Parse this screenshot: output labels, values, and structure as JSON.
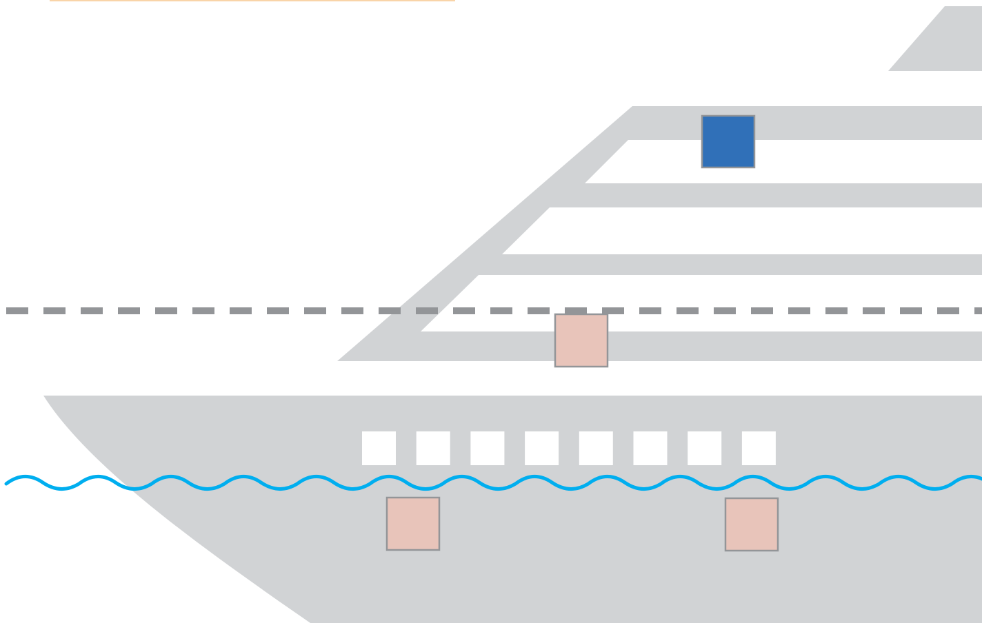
{
  "colors": {
    "background": "#ffffff",
    "hull": "#d1d3d5",
    "superstructure": "#d1d3d5",
    "window": "#ffffff",
    "dashed_line": "#939598",
    "waterline": "#00aeef",
    "marker_blue": "#3070b8",
    "marker_pink": "#e8c4ba",
    "marker_border": "#939598",
    "top_accent": "#f9d4a8"
  },
  "markers": [
    {
      "id": "blue",
      "color_key": "marker_blue"
    },
    {
      "id": "pink-upper",
      "color_key": "marker_pink"
    },
    {
      "id": "pink-left",
      "color_key": "marker_pink"
    },
    {
      "id": "pink-right",
      "color_key": "marker_pink"
    }
  ],
  "hull_window_count": 8
}
